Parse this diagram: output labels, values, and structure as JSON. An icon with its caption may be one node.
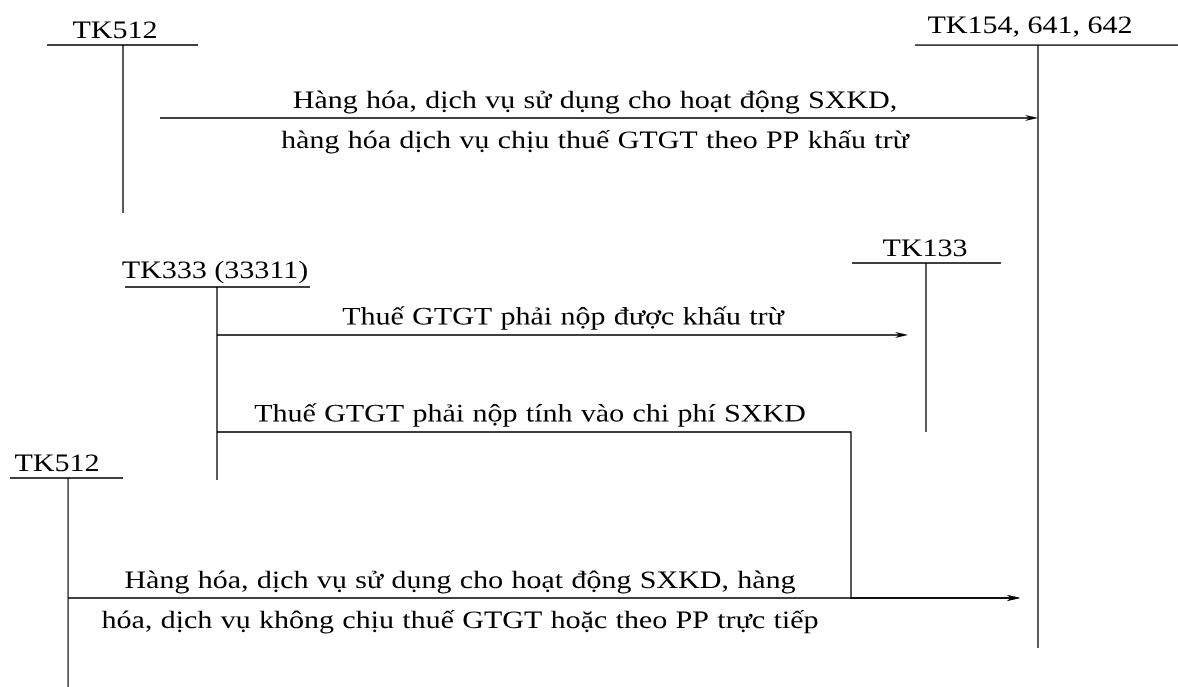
{
  "diagram": {
    "nodes": [
      {
        "text": [
          "TK512"
        ]
      },
      {
        "text": [
          "TK154, 641, 642"
        ]
      },
      {
        "text": [
          "TK333 (33311)"
        ]
      },
      {
        "text": [
          "TK133"
        ]
      },
      {
        "text": [
          "TK512"
        ]
      }
    ],
    "edges": [
      {
        "from": 0,
        "to": 1,
        "arrow": "to",
        "label": "Hàng hóa, dịch vụ sử dụng cho hoạt động SXKD, hàng hóa dịch vụ chịu thuế GTGT theo PP khấu trừ"
      },
      {
        "from": 2,
        "to": 3,
        "arrow": "to",
        "label": "Thuế GTGT phải nộp được khấu trừ"
      },
      {
        "from": 2,
        "to": 1,
        "arrow": "to",
        "label": "Thuế GTGT phải nộp tính vào chi phí SXKD"
      },
      {
        "from": 4,
        "to": 1,
        "arrow": "to",
        "label": "Hàng hóa, dịch vụ sử dụng cho hoạt động SXKD, hàng hóa, dịch vụ không chịu thuế GTGT hoặc theo PP trực tiếp"
      }
    ]
  }
}
